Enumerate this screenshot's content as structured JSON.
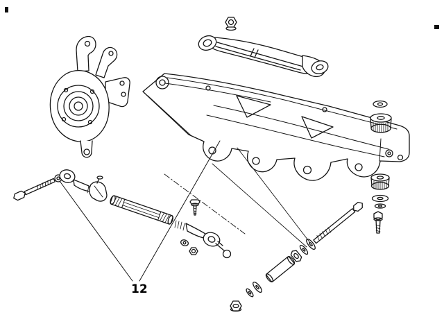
{
  "diagram": {
    "type": "exploded-parts-diagram",
    "subject": "rear-suspension-subframe-assembly",
    "background_color": "#ffffff",
    "line_color": "#161616",
    "callouts": [
      {
        "label": "12"
      }
    ],
    "parts": [
      "wheel-knuckle",
      "upper-link-arm",
      "flange-nut-top",
      "rear-subframe-crossmember",
      "washer-upper-right",
      "ribbed-bushing-upper-right",
      "ribbed-bushing-lower-right",
      "washer-stack-right",
      "short-bolt-right",
      "long-bolt-right",
      "chain-washers-upper",
      "chain-nut",
      "spacer-sleeve",
      "chain-washers-lower",
      "flange-nut-bottom",
      "long-bolt-left",
      "washer-left",
      "tie-rod-end-left",
      "clamp",
      "clamp-bolt",
      "adjusting-sleeve",
      "tie-rod-end-right",
      "ball-stud",
      "washer-under-rod-end",
      "nut-under-rod-end"
    ]
  }
}
